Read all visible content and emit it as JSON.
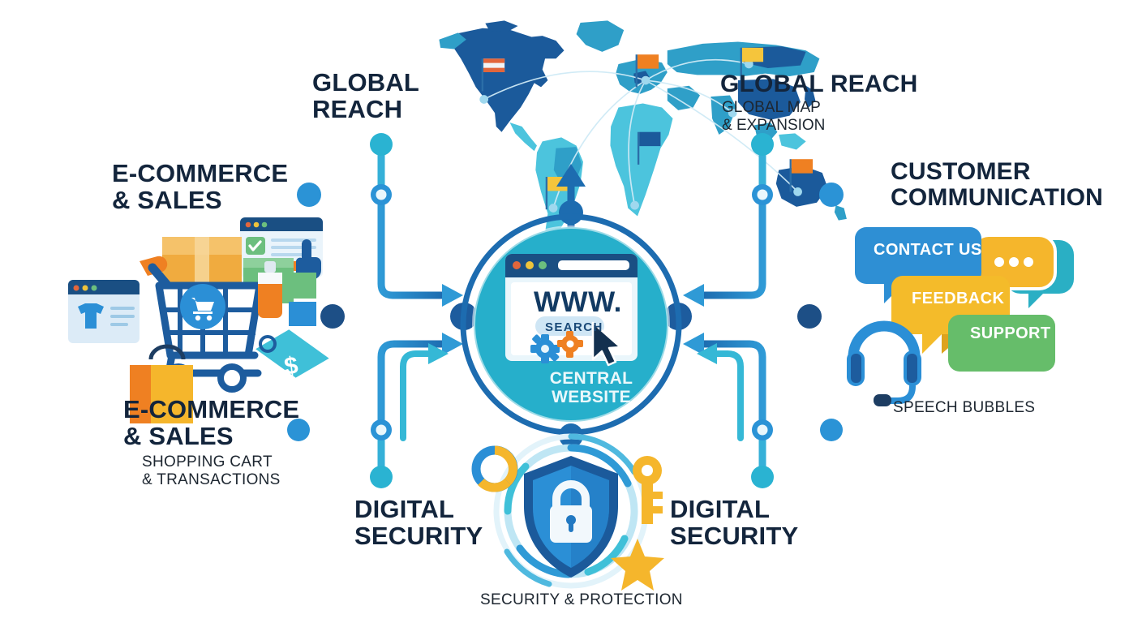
{
  "diagram": {
    "title": "Central Website Hub",
    "background": "#ffffff"
  },
  "center": {
    "name": "central-website-hub",
    "browser_url_text": "WWW.",
    "search_button_label": "SEARCH",
    "hub_label": "CENTRAL\nWEBSITE",
    "hub_color": "#26afcb",
    "ring_color": "#1d6fb0",
    "browser_chrome_color": "#1a4f83",
    "dots": [
      "#e2663c",
      "#edc33b",
      "#6cbf7e"
    ]
  },
  "branches": {
    "global_reach_left": {
      "title": "GLOBAL\nREACH",
      "subtitle": ""
    },
    "global_reach_right": {
      "title": "GLOBAL REACH",
      "subtitle": "GLOBAL MAP\n& EXPANSION"
    },
    "ecommerce_top": {
      "title": "E-COMMERCE\n& SALES",
      "subtitle": ""
    },
    "ecommerce_bottom": {
      "title": "E-COMMERCE\n& SALES",
      "subtitle": "SHOPPING CART\n& TRANSACTIONS"
    },
    "customer_communication": {
      "title": "CUSTOMER\nCOMMUNICATION",
      "subtitle": "SPEECH BUBBLES"
    },
    "digital_security_left": {
      "title": "DIGITAL\nSECURITY",
      "subtitle": ""
    },
    "digital_security_right": {
      "title": "DIGITAL\nSECURITY",
      "subtitle": "SECURITY & PROTECTION"
    }
  },
  "speech_bubbles": [
    {
      "label": "CONTACT US",
      "color": "#2e8fd4"
    },
    {
      "label": "FEEDBACK",
      "color": "#f4bb2a"
    },
    {
      "label": "SUPPORT",
      "color": "#66bd6a"
    }
  ],
  "icons": {
    "world_map": "world-map-icon",
    "shopping_cart": "shopping-cart-icon",
    "shield_lock": "shield-lock-icon",
    "key": "key-icon",
    "star": "star-icon",
    "headset": "headset-icon",
    "cursor": "cursor-icon",
    "gears": "gears-icon",
    "price_tag": "price-tag-icon",
    "shopping_bag": "shopping-bag-icon",
    "package_box": "package-box-icon"
  },
  "palette": {
    "line_blue": "#2389cf",
    "line_dark": "#18528f",
    "node_blue": "#2b93d6",
    "node_dark": "#1d4f86",
    "node_teal": "#2ab3d2",
    "map_dark": "#1b5a9b",
    "map_mid": "#2f9fc8",
    "map_light": "#4cc4dd",
    "orange": "#ef8022",
    "yellow": "#f5b62c",
    "green": "#6cbf7e",
    "teal": "#3fc0d8",
    "text_dark": "#13253c"
  }
}
